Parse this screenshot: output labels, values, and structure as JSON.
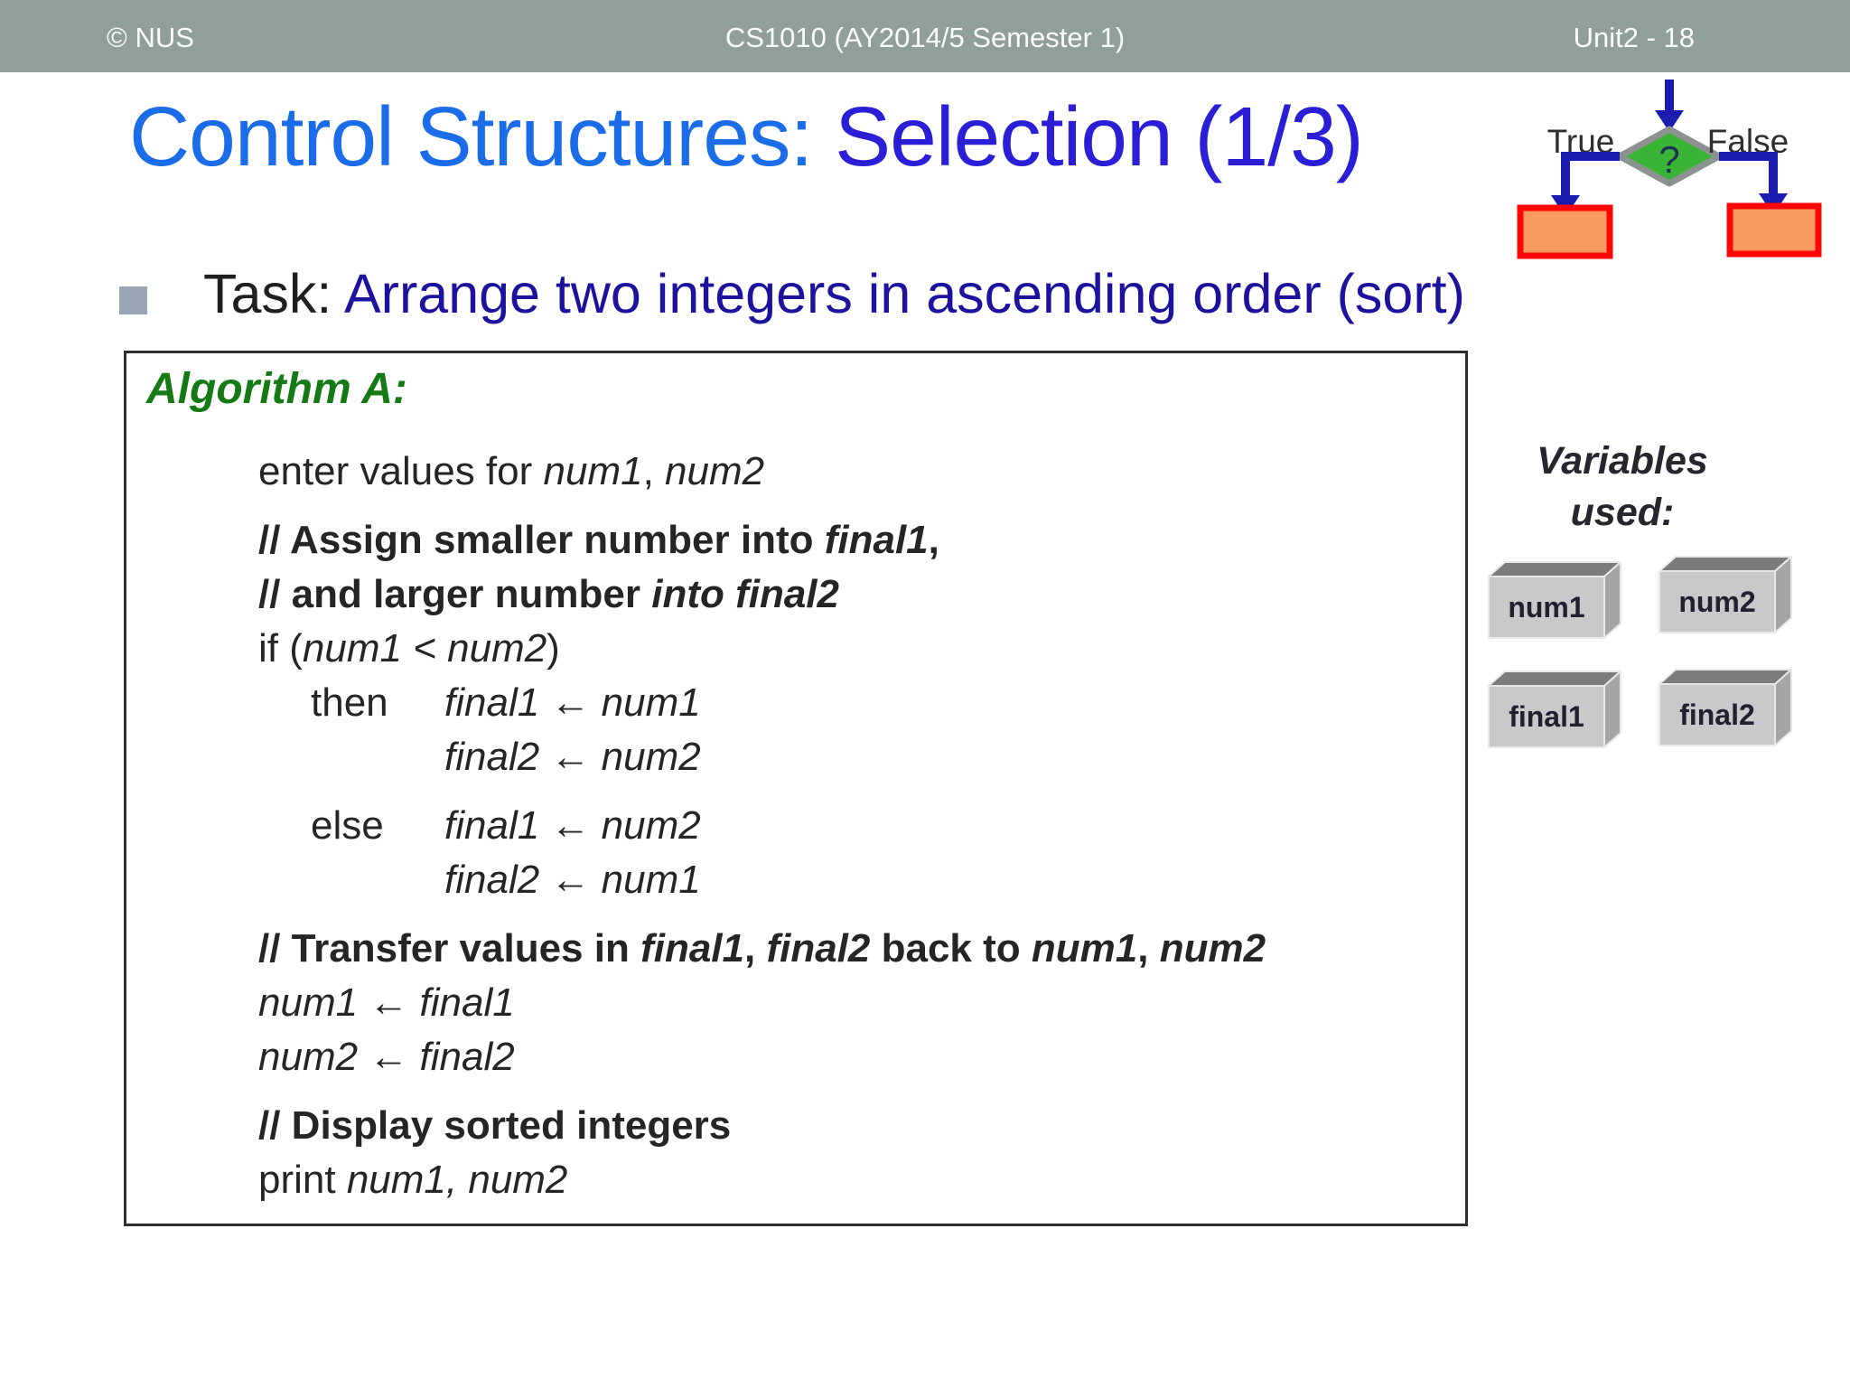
{
  "header": {
    "copyright": "© NUS",
    "course": "CS1010 (AY2014/5 Semester 1)",
    "page": "Unit2 - 18",
    "bg_color": "#90a098",
    "text_color": "#fafcfa"
  },
  "title": {
    "part1": "Control Structures: ",
    "part2": "Selection (1/3)",
    "part1_color": "#1a6ce8",
    "part2_color": "#2a1ed6"
  },
  "task": {
    "label": "Task: ",
    "text": "Arrange two integers in ascending order (sort)",
    "label_color": "#1f1f1f",
    "text_color": "#1c129e",
    "bullet_color": "#98a6b4"
  },
  "flowchart": {
    "true_label": "True",
    "false_label": "False",
    "question_mark": "?",
    "arrow_color": "#1b1bb0",
    "diamond_fill": "#3ab437",
    "diamond_border": "#8b928f",
    "question_color": "#1f2f55",
    "result_box_fill": "#f8995f",
    "result_box_border": "#ff0505",
    "label_color": "#2f2f2f"
  },
  "algorithm": {
    "title": "Algorithm A:",
    "title_color": "#157a15",
    "border_color": "#2f2f2f",
    "text_color": "#252525",
    "lines": [
      {
        "gap": false,
        "indent": "base",
        "keyword": null,
        "segments": [
          {
            "text": "enter values for ",
            "style": "r"
          },
          {
            "text": "num1",
            "style": "i"
          },
          {
            "text": ", ",
            "style": "r"
          },
          {
            "text": "num2",
            "style": "i"
          }
        ]
      },
      {
        "gap": true,
        "indent": "base",
        "keyword": null,
        "segments": [
          {
            "text": "// Assign smaller number into ",
            "style": "b"
          },
          {
            "text": "final1",
            "style": "bi"
          },
          {
            "text": ",",
            "style": "b"
          }
        ]
      },
      {
        "gap": false,
        "indent": "base",
        "keyword": null,
        "segments": [
          {
            "text": "// and larger number ",
            "style": "b"
          },
          {
            "text": "into final2",
            "style": "bi"
          }
        ]
      },
      {
        "gap": false,
        "indent": "base",
        "keyword": null,
        "segments": [
          {
            "text": "if (",
            "style": "r"
          },
          {
            "text": "num1 < num2",
            "style": "i"
          },
          {
            "text": ")",
            "style": "r"
          }
        ]
      },
      {
        "gap": false,
        "indent": "sub",
        "keyword": "then",
        "segments": [
          {
            "text": "final1 ← num1",
            "style": "i"
          }
        ]
      },
      {
        "gap": false,
        "indent": "sub",
        "keyword": "",
        "segments": [
          {
            "text": "final2 ← num2",
            "style": "i"
          }
        ]
      },
      {
        "gap": true,
        "indent": "sub",
        "keyword": "else",
        "segments": [
          {
            "text": "final1 ← num2",
            "style": "i"
          }
        ]
      },
      {
        "gap": false,
        "indent": "sub",
        "keyword": "",
        "segments": [
          {
            "text": "final2 ← num1",
            "style": "i"
          }
        ]
      },
      {
        "gap": true,
        "indent": "base",
        "keyword": null,
        "segments": [
          {
            "text": "// Transfer values in ",
            "style": "b"
          },
          {
            "text": "final1",
            "style": "bi"
          },
          {
            "text": ", ",
            "style": "b"
          },
          {
            "text": "final2",
            "style": "bi"
          },
          {
            "text": " back to ",
            "style": "b"
          },
          {
            "text": "num1",
            "style": "bi"
          },
          {
            "text": ", ",
            "style": "b"
          },
          {
            "text": "num2",
            "style": "bi"
          }
        ]
      },
      {
        "gap": false,
        "indent": "base",
        "keyword": null,
        "segments": [
          {
            "text": "num1 ← final1",
            "style": "i"
          }
        ]
      },
      {
        "gap": false,
        "indent": "base",
        "keyword": null,
        "segments": [
          {
            "text": "num2 ← final2",
            "style": "i"
          }
        ]
      },
      {
        "gap": true,
        "indent": "base",
        "keyword": null,
        "segments": [
          {
            "text": "// Display sorted integers",
            "style": "b"
          }
        ]
      },
      {
        "gap": false,
        "indent": "base",
        "keyword": null,
        "segments": [
          {
            "text": "print ",
            "style": "r"
          },
          {
            "text": "num1, num2",
            "style": "i"
          }
        ]
      }
    ]
  },
  "variables": {
    "title_line1": "Variables",
    "title_line2": "used:",
    "boxes": [
      "num1",
      "num2",
      "final1",
      "final2"
    ],
    "box_front_color": "#c9c9c9",
    "box_top_color": "#7c7c7c",
    "box_side_color": "#a5a5a5",
    "label_color": "#202030"
  }
}
